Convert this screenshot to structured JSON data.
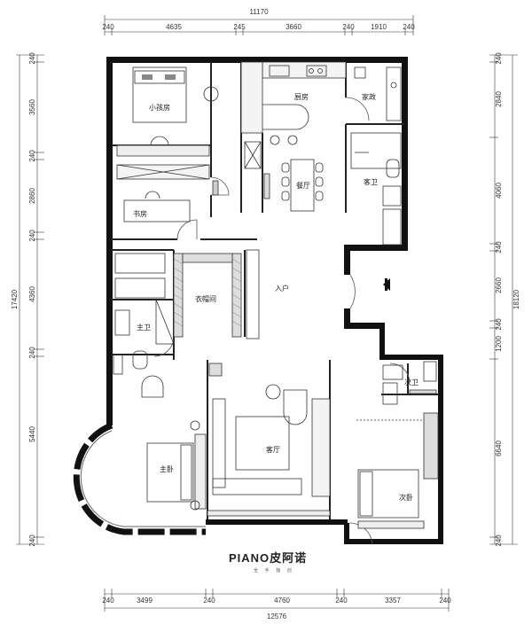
{
  "dimensions": {
    "top_total": "11170",
    "top_segments": [
      "240",
      "4635",
      "245",
      "3660",
      "240",
      "1910",
      "240"
    ],
    "bottom_segments": [
      "240",
      "3499",
      "240",
      "4760",
      "240",
      "3357",
      "240"
    ],
    "bottom_total": "12576",
    "left_segments": [
      "240",
      "3560",
      "240",
      "2860",
      "240",
      "4360",
      "240",
      "5440",
      "240"
    ],
    "left_total": "17420",
    "right_segments": [
      "240",
      "2840",
      "4060",
      "240",
      "2660",
      "240",
      "1200",
      "6640",
      "240"
    ],
    "right_total": "18120"
  },
  "rooms": {
    "kids_room": "小孩房",
    "kitchen": "厨房",
    "housekeeping": "家政",
    "dining": "餐厅",
    "guest_bath": "客卫",
    "study": "书房",
    "entrance": "入户",
    "walk_in_closet": "衣帽间",
    "master_bath": "主卫",
    "living_room": "客厅",
    "second_bath": "次卫",
    "master_bedroom": "主卧",
    "second_bedroom": "次卧"
  },
  "brand": {
    "logo": "PIANO皮阿诺",
    "tagline": "全 手 独 创"
  }
}
